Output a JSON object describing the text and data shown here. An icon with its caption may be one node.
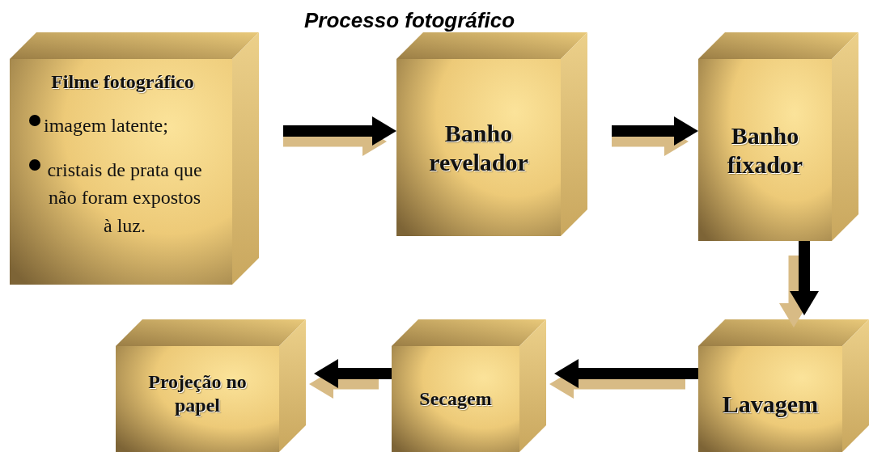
{
  "diagram": {
    "title": "Processo fotográfico",
    "nodes": [
      {
        "text": [
          "Filme fotográfico",
          "imagem latente;",
          "cristais de prata que não foram expostos à luz."
        ]
      },
      {
        "text": [
          "Banho revelador"
        ]
      },
      {
        "text": [
          "Banho fixador"
        ]
      },
      {
        "text": [
          "Lavagem"
        ]
      },
      {
        "text": [
          "Secagem"
        ]
      },
      {
        "text": [
          "Projeção no papel"
        ]
      }
    ],
    "edges": [
      {
        "from": 0,
        "to": 1,
        "arrow": "to"
      },
      {
        "from": 1,
        "to": 2,
        "arrow": "to"
      },
      {
        "from": 2,
        "to": 3,
        "arrow": "to"
      },
      {
        "from": 3,
        "to": 4,
        "arrow": "to"
      },
      {
        "from": 4,
        "to": 5,
        "arrow": "to"
      }
    ]
  }
}
